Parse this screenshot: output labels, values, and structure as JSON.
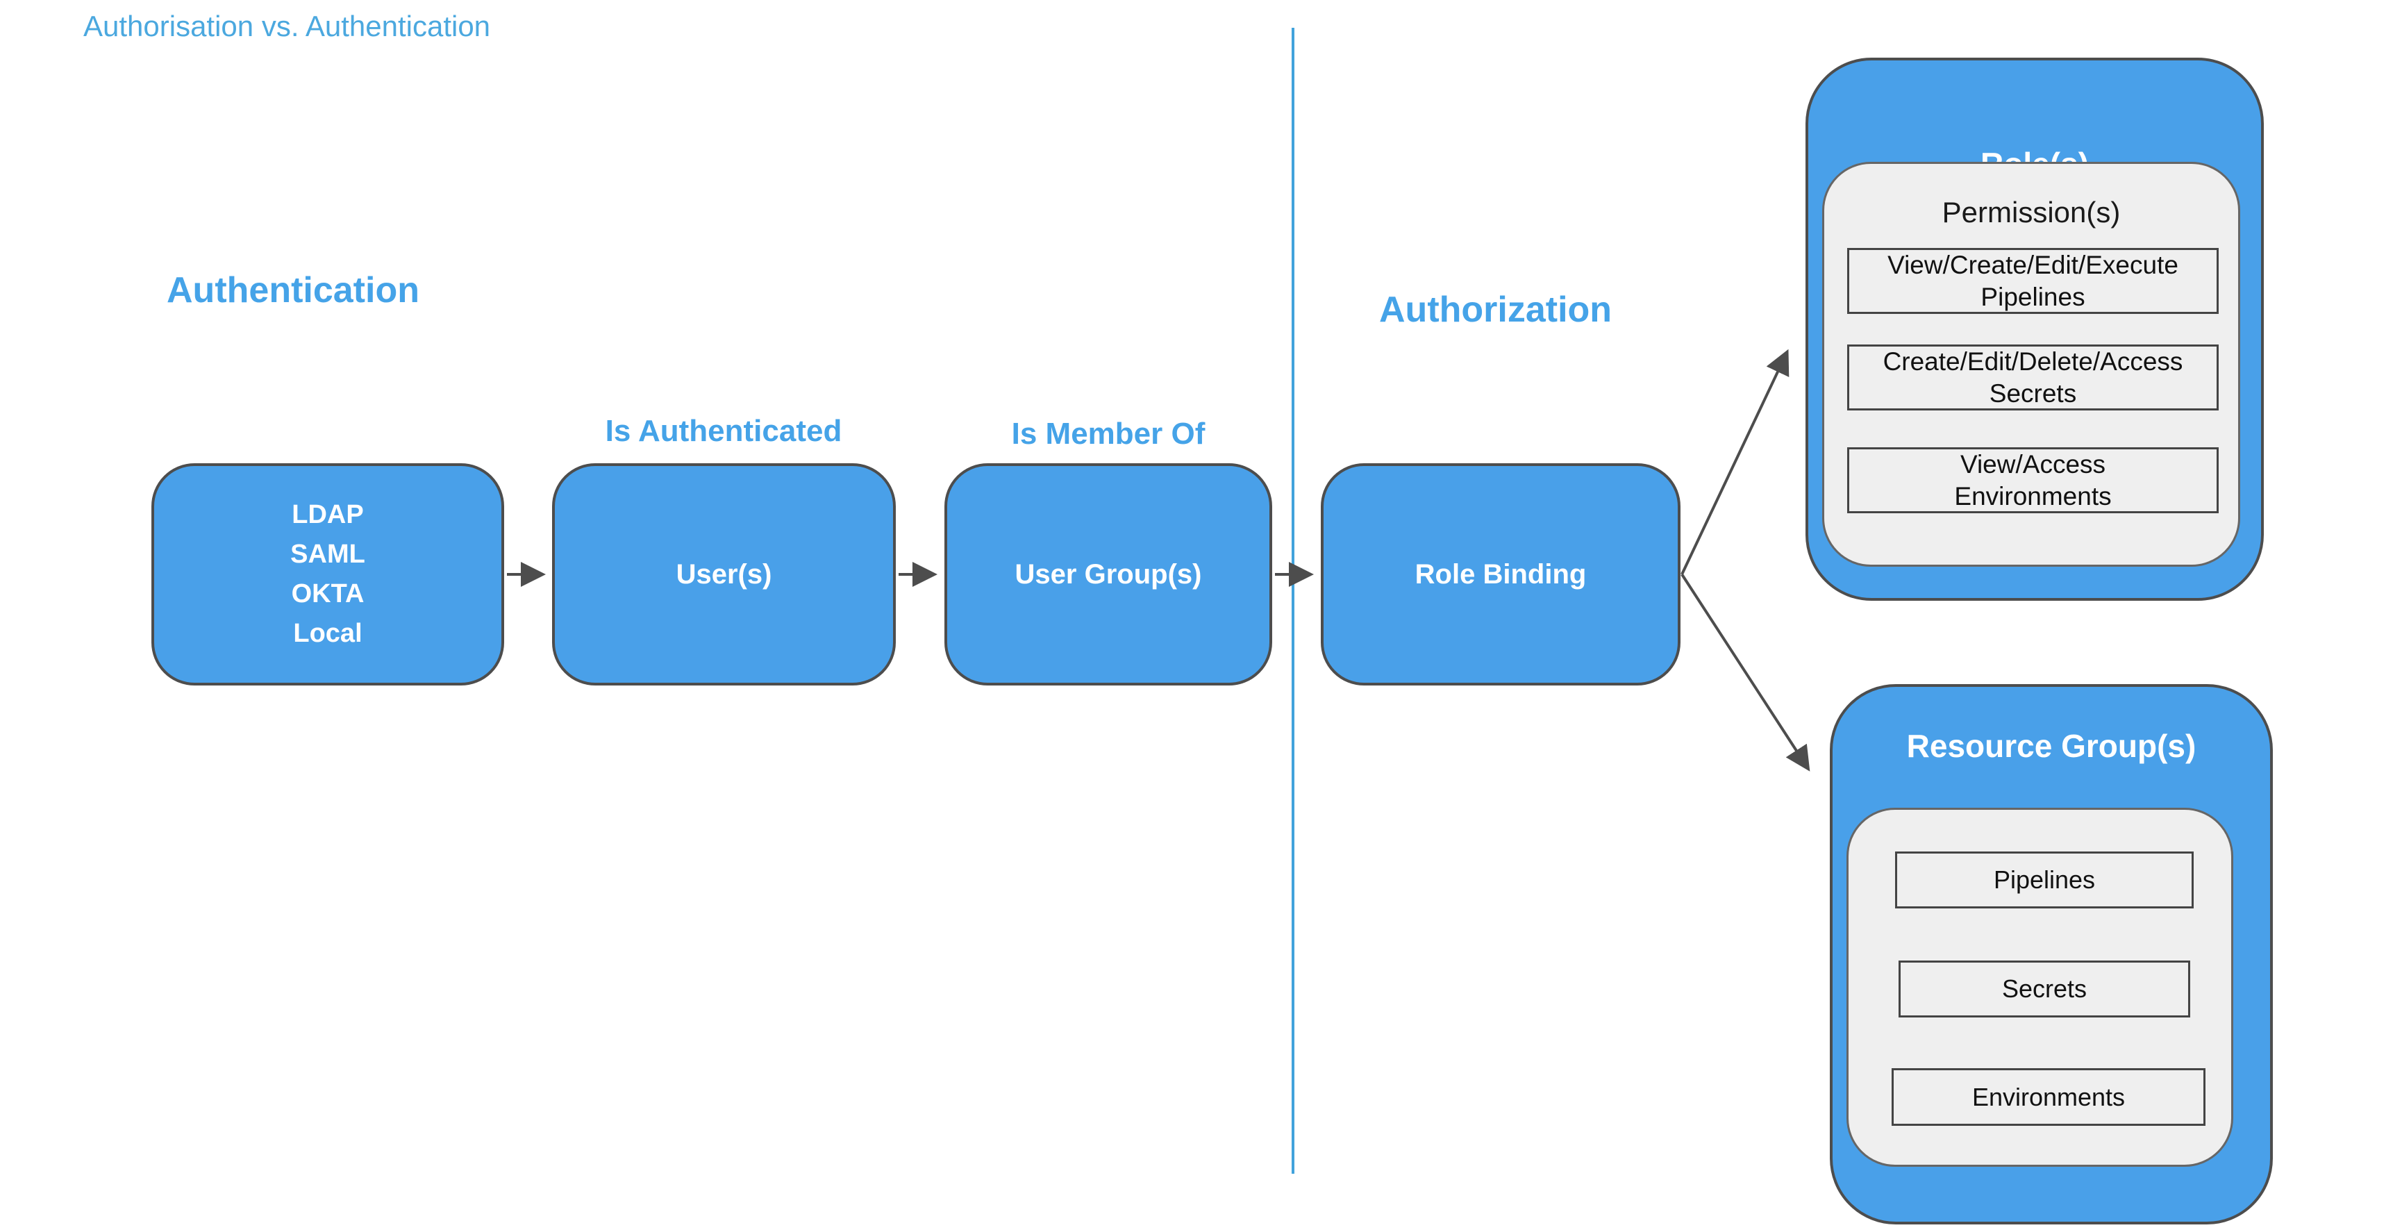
{
  "title": "Authorisation vs. Authentication",
  "sections": {
    "authentication": {
      "label": "Authentication"
    },
    "authorization": {
      "label": "Authorization"
    }
  },
  "flow": {
    "auth_providers": {
      "text": "LDAP\nSAML\nOKTA\nLocal"
    },
    "users": {
      "label": "User(s)"
    },
    "user_groups": {
      "label": "User Group(s)"
    },
    "role_binding": {
      "label": "Role Binding"
    },
    "edge_labels": {
      "is_authenticated": "Is Authenticated",
      "is_member_of": "Is Member Of"
    }
  },
  "roles": {
    "title": "Role(s)",
    "permissions_title": "Permission(s)",
    "permissions": [
      "View/Create/Edit/Execute\nPipelines",
      "Create/Edit/Delete/Access\nSecrets",
      "View/Access\nEnvironments"
    ]
  },
  "resource_groups": {
    "title": "Resource Group(s)",
    "items": [
      "Pipelines",
      "Secrets",
      "Environments"
    ]
  },
  "colors": {
    "node_fill": "#49A0E9",
    "node_border": "#4D4D4D",
    "heading_text": "#45A3E8",
    "title_text": "#4BA8DF",
    "divider": "#41A3DC",
    "panel_fill": "#EFEFEF",
    "panel_border": "#666666",
    "item_border": "#444444",
    "arrow": "#4D4D4D"
  }
}
